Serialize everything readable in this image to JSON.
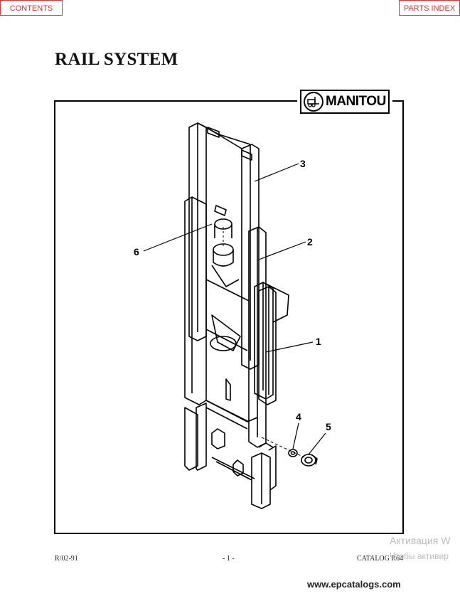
{
  "nav": {
    "contents_label": "CONTENTS",
    "parts_index_label": "PARTS INDEX"
  },
  "page": {
    "title": "RAIL SYSTEM"
  },
  "logo": {
    "text": "MANITOU"
  },
  "callouts": [
    "1",
    "2",
    "3",
    "4",
    "5",
    "6"
  ],
  "footer": {
    "revision": "R/02-91",
    "page_number": "- 1 -",
    "catalog": "CATALOG R64"
  },
  "watermark": {
    "line1": "Активация W",
    "line2": "Чтобы активир"
  },
  "site": "www.epcatalogs.com"
}
